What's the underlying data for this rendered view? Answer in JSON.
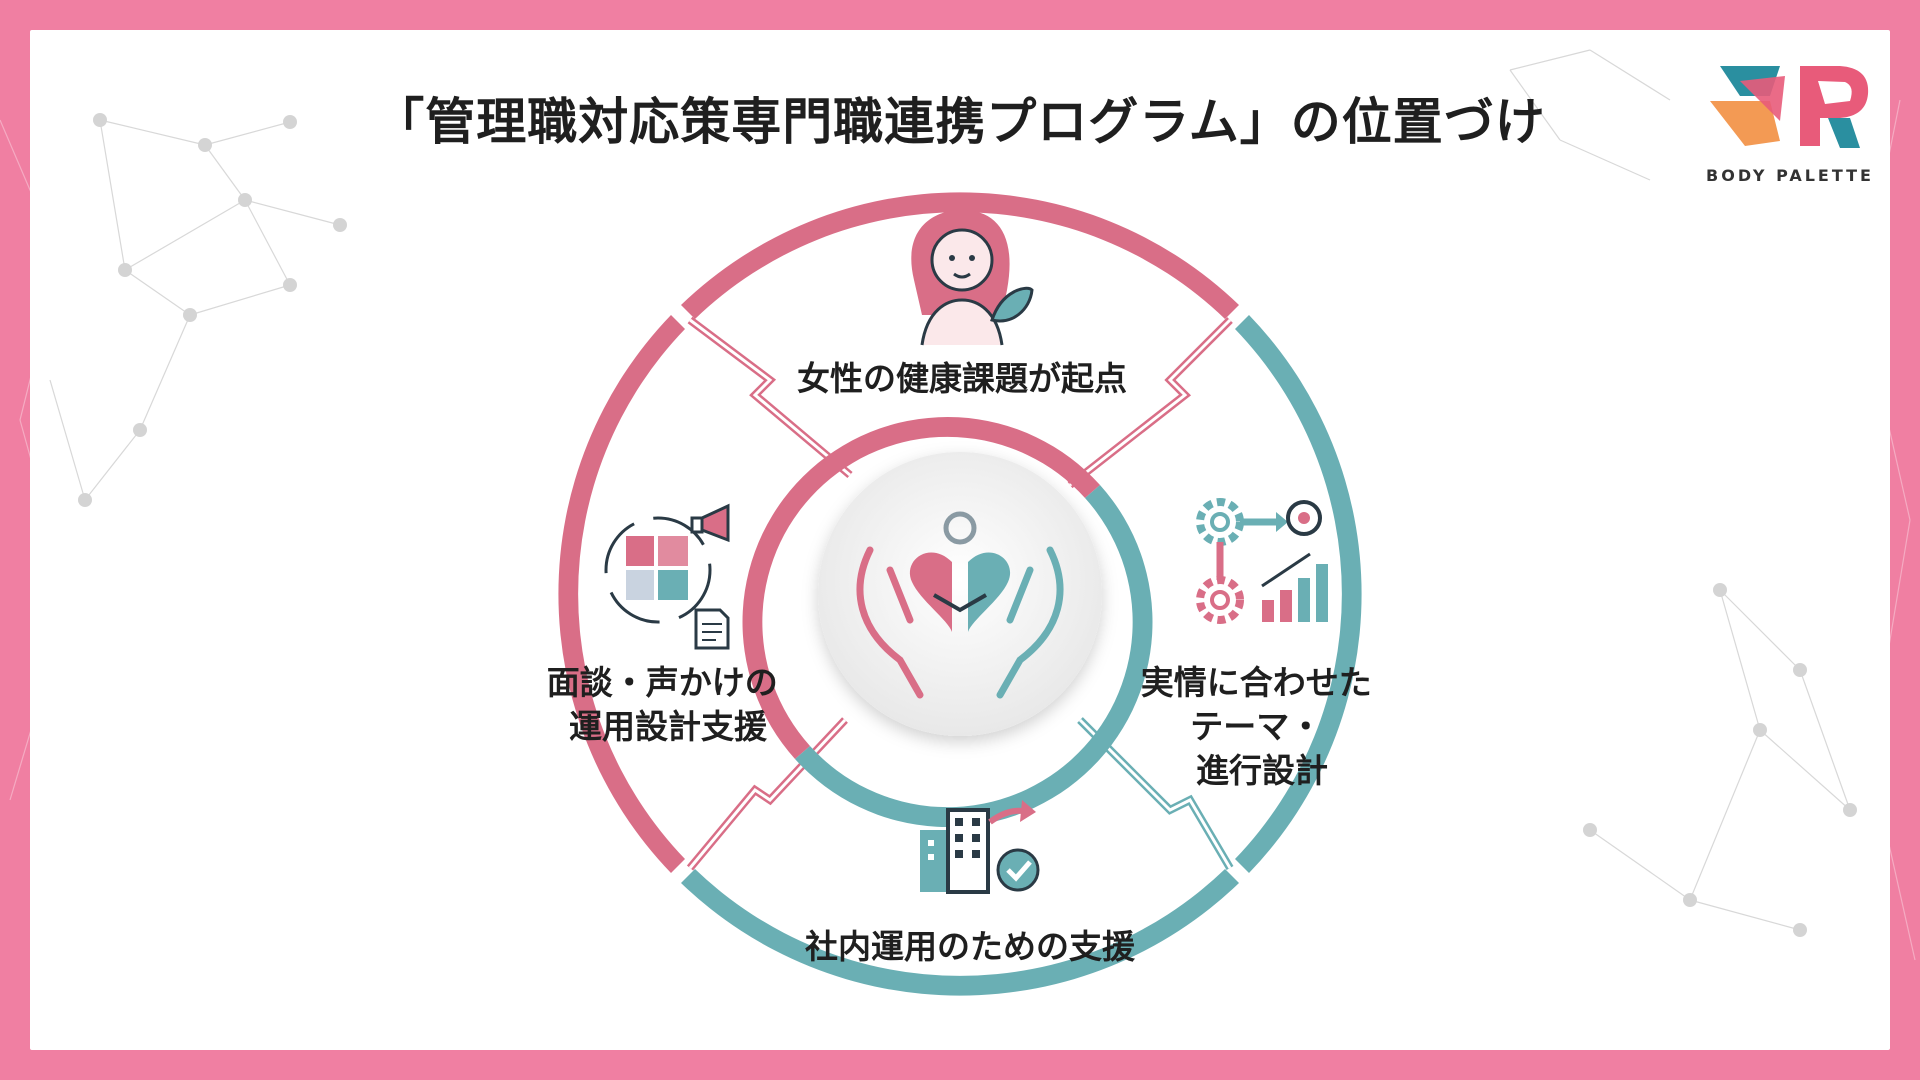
{
  "title": "「管理職対応策専門職連携プログラム」の位置づけ",
  "logo": {
    "brand": "BODY PALETTE",
    "mark_icon": "body-palette-logo-icon"
  },
  "colors": {
    "frame": "#f07fa2",
    "pink": "#d96e87",
    "teal": "#6aafb4",
    "dark": "#2a3a45",
    "center_bg": "#f2f2f2"
  },
  "diagram": {
    "center_icon": "hands-holding-heart-handshake-icon",
    "segments": [
      {
        "position": "top",
        "label": "女性の健康課題が起点",
        "icon": "woman-with-leaf-icon"
      },
      {
        "position": "right",
        "label_lines": [
          "実情に合わせた",
          "テーマ・",
          "進行設計"
        ],
        "icon": "gears-target-growth-icon"
      },
      {
        "position": "bottom",
        "label": "社内運用のための支援",
        "icon": "building-check-arrow-icon"
      },
      {
        "position": "left",
        "label_lines": [
          "面談・声かけの",
          "運用設計支援"
        ],
        "icon": "puzzle-cycle-megaphone-icon"
      }
    ]
  }
}
